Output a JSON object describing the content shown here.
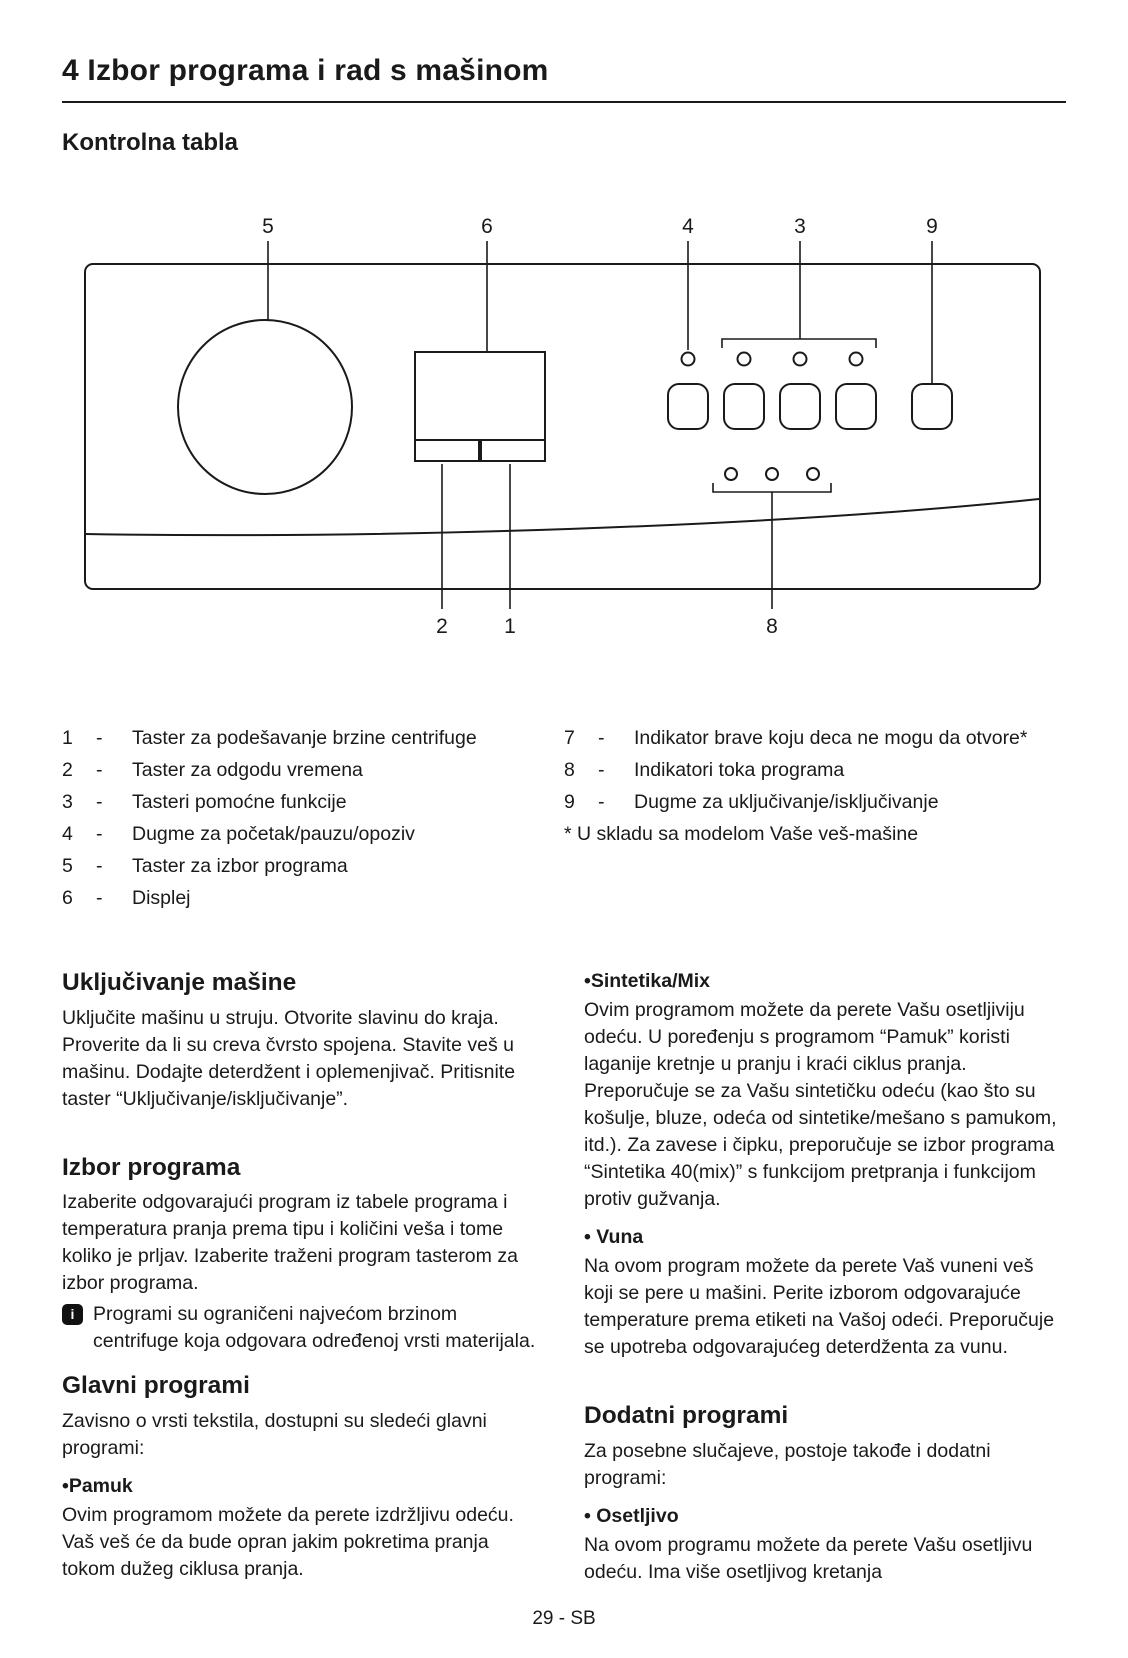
{
  "page": {
    "title": "4 Izbor programa i rad s mašinom",
    "subtitle": "Kontrolna tabla",
    "footer": "29 - SB"
  },
  "diagram": {
    "labels": {
      "l1": "1",
      "l2": "2",
      "l3": "3",
      "l4": "4",
      "l5": "5",
      "l6": "6",
      "l8": "8",
      "l9": "9"
    }
  },
  "legend": {
    "separator": "-",
    "left": [
      {
        "num": "1",
        "text": "Taster za podešavanje brzine centrifuge"
      },
      {
        "num": "2",
        "text": "Taster za odgodu vremena"
      },
      {
        "num": "3",
        "text": "Tasteri pomoćne funkcije"
      },
      {
        "num": "4",
        "text": "Dugme za početak/pauzu/opoziv"
      },
      {
        "num": "5",
        "text": "Taster za izbor programa"
      },
      {
        "num": "6",
        "text": "Displej"
      }
    ],
    "right": [
      {
        "num": "7",
        "text": "Indikator brave koju deca ne mogu da otvore*"
      },
      {
        "num": "8",
        "text": "Indikatori toka programa"
      },
      {
        "num": "9",
        "text": "Dugme za uključivanje/isključivanje"
      }
    ],
    "footnote": "* U skladu sa modelom Vaše veš-mašine"
  },
  "sections": {
    "left": {
      "s1_heading": "Uključivanje mašine",
      "s1_body": "Uključite mašinu u struju. Otvorite slavinu do kraja. Proverite da li su creva čvrsto spojena. Stavite veš u mašinu. Dodajte deterdžent i oplemenjivač. Pritisnite taster “Uključivanje/isključivanje”.",
      "s2_heading": "Izbor programa",
      "s2_body": "Izaberite odgovarajući program iz tabele programa i temperatura pranja prema tipu i količini veša i tome koliko je prljav. Izaberite traženi program tasterom za izbor programa.",
      "s2_note": "Programi su ograničeni najvećom brzinom centrifuge koja odgovara određenoj vrsti materijala.",
      "s3_heading": "Glavni programi",
      "s3_body": "Zavisno o vrsti tekstila, dostupni su sledeći glavni programi:",
      "b1_label": "•Pamuk",
      "b1_body": "Ovim programom možete da perete izdržljivu odeću. Vaš veš će da bude opran jakim pokretima pranja tokom dužeg ciklusa pranja."
    },
    "right": {
      "b2_label": "•Sintetika/Mix",
      "b2_body": "Ovim programom možete da perete Vašu osetljiviju odeću. U poređenju s programom “Pamuk” koristi laganije kretnje u pranju i kraći ciklus pranja. Preporučuje se za Vašu sintetičku odeću (kao što su košulje, bluze, odeća od sintetike/mešano s pamukom, itd.). Za zavese i čipku, preporučuje se izbor programa “Sintetika 40(mix)” s funkcijom pretpranja i funkcijom protiv gužvanja.",
      "b3_label": "• Vuna",
      "b3_body": "Na ovom program možete da perete Vaš vuneni veš koji se pere u mašini. Perite izborom odgovarajuće temperature prema etiketi na Vašoj odeći. Preporučuje se upotreba odgovarajućeg deterdženta za vunu.",
      "s4_heading": "Dodatni programi",
      "s4_body": "Za posebne slučajeve, postoje takođe i dodatni programi:",
      "b4_label": "• Osetljivo",
      "b4_body": "Na ovom programu možete da perete Vašu osetljivu odeću. Ima više osetljivog kretanja"
    }
  }
}
